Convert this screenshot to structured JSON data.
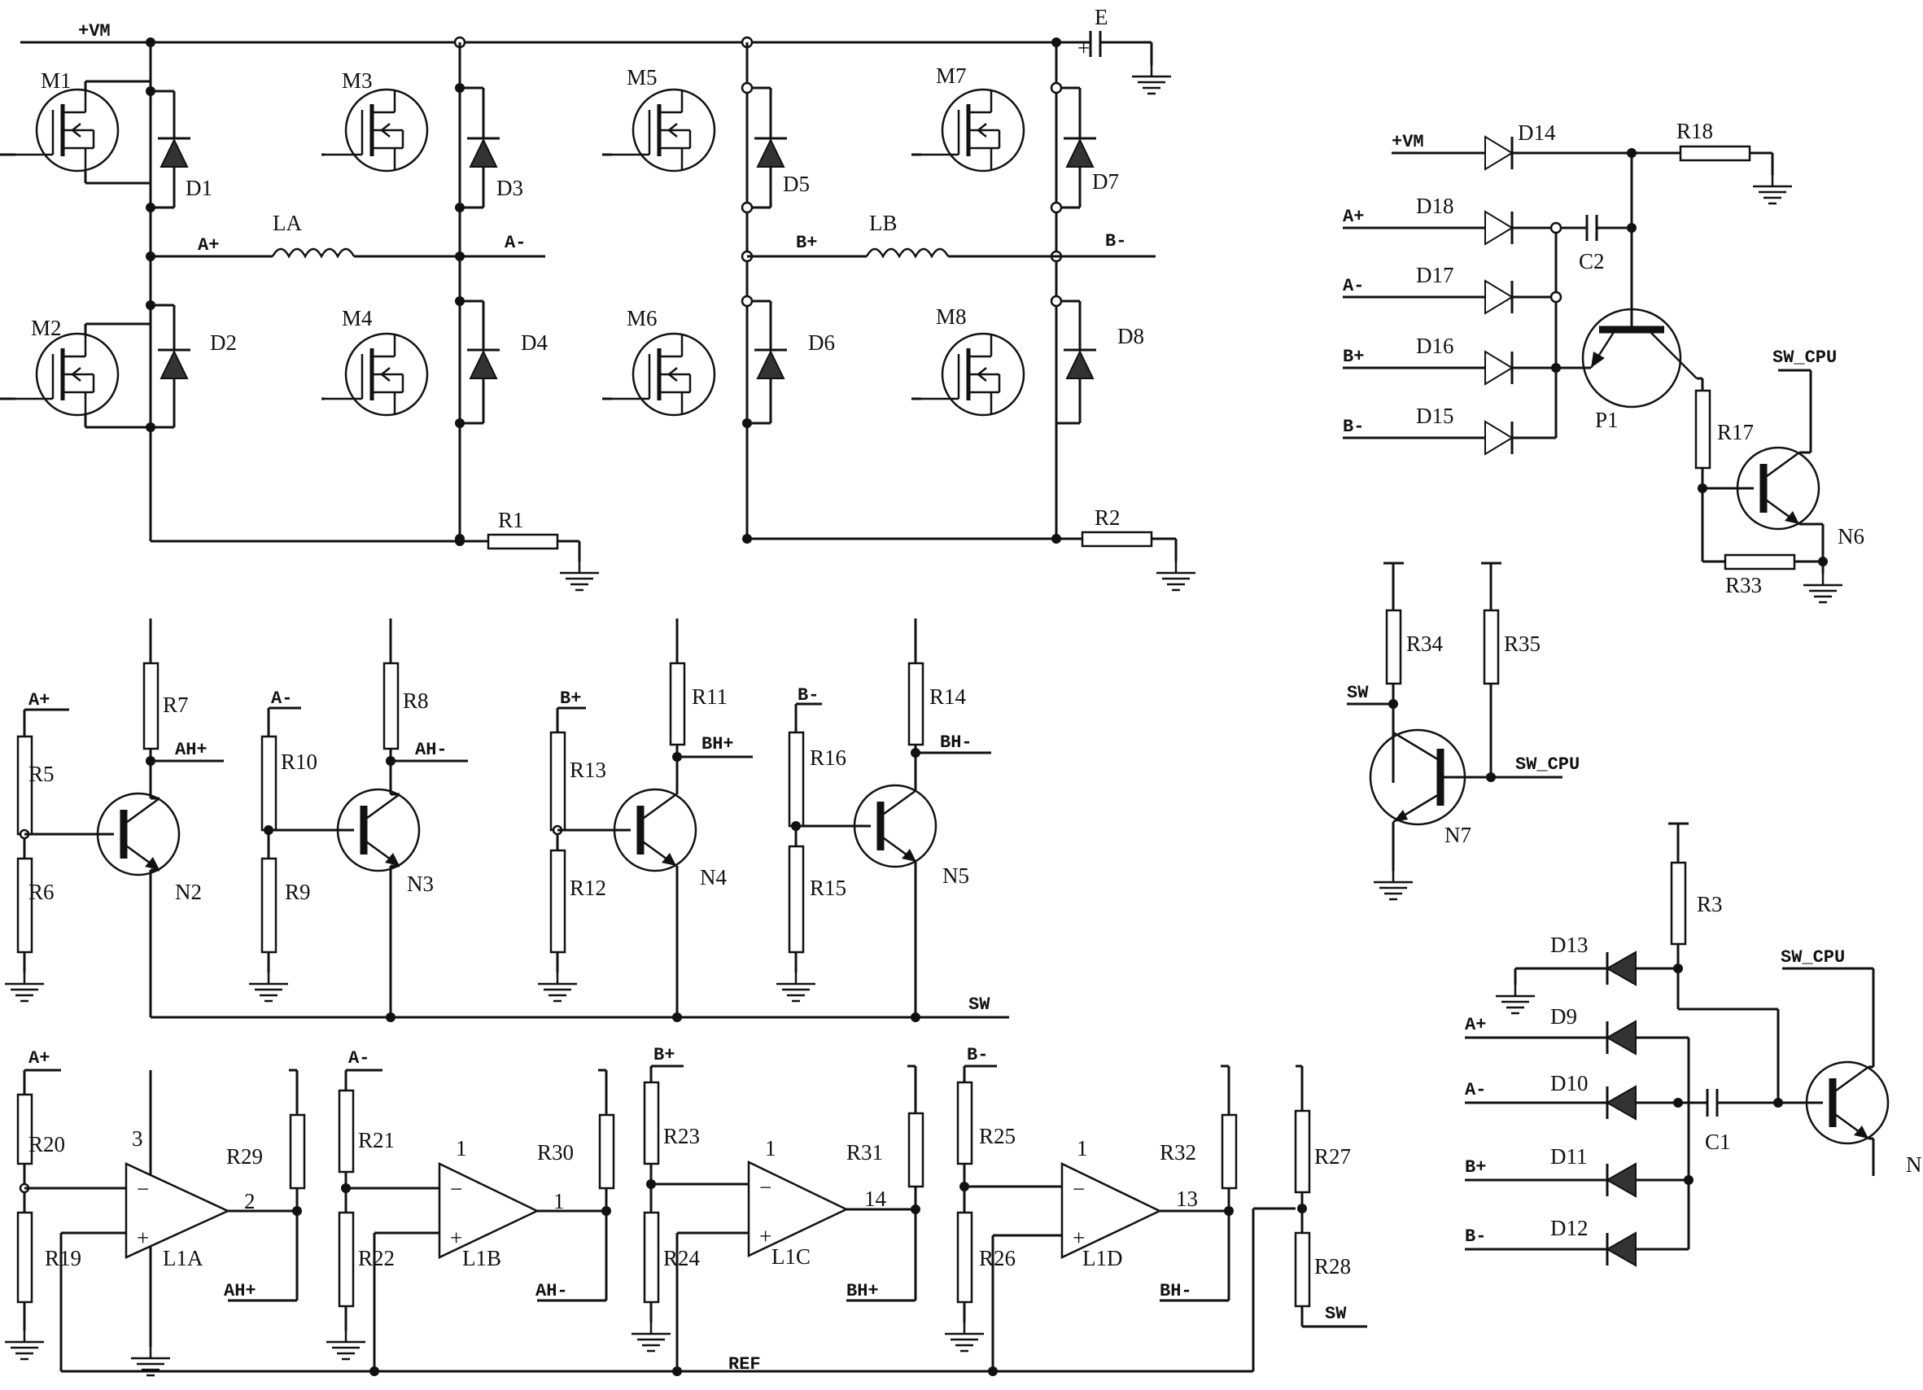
{
  "nets": {
    "vm": "+VM",
    "a_plus": "A+",
    "a_minus": "A-",
    "b_plus": "B+",
    "b_minus": "B-",
    "ah_plus": "AH+",
    "ah_minus": "AH-",
    "bh_plus": "BH+",
    "bh_minus": "BH-",
    "sw": "SW",
    "sw_cpu": "SW_CPU",
    "ref": "REF"
  },
  "mosfets": [
    "M1",
    "M2",
    "M3",
    "M4",
    "M5",
    "M6",
    "M7",
    "M8"
  ],
  "diodes": {
    "d1": "D1",
    "d2": "D2",
    "d3": "D3",
    "d4": "D4",
    "d5": "D5",
    "d6": "D6",
    "d7": "D7",
    "d8": "D8",
    "d9": "D9",
    "d10": "D10",
    "d11": "D11",
    "d12": "D12",
    "d13": "D13",
    "d14": "D14",
    "d15": "D15",
    "d16": "D16",
    "d17": "D17",
    "d18": "D18"
  },
  "inductors": {
    "la": "LA",
    "lb": "LB"
  },
  "capacitors": {
    "e": "E",
    "c1": "C1",
    "c2": "C2",
    "e_plus": "+"
  },
  "resistors": {
    "r1": "R1",
    "r2": "R2",
    "r3": "R3",
    "r5": "R5",
    "r6": "R6",
    "r7": "R7",
    "r8": "R8",
    "r9": "R9",
    "r10": "R10",
    "r11": "R11",
    "r12": "R12",
    "r13": "R13",
    "r14": "R14",
    "r15": "R15",
    "r16": "R16",
    "r17": "R17",
    "r18": "R18",
    "r19": "R19",
    "r20": "R20",
    "r21": "R21",
    "r22": "R22",
    "r23": "R23",
    "r24": "R24",
    "r25": "R25",
    "r26": "R26",
    "r27": "R27",
    "r28": "R28",
    "r29": "R29",
    "r30": "R30",
    "r31": "R31",
    "r32": "R32",
    "r33": "R33",
    "r34": "R34",
    "r35": "R35"
  },
  "transistors": {
    "n2": "N2",
    "n3": "N3",
    "n4": "N4",
    "n5": "N5",
    "n6": "N6",
    "n7": "N7",
    "n_partial": "N",
    "p1": "P1"
  },
  "opamps": {
    "l1a": "L1A",
    "l1b": "L1B",
    "l1c": "L1C",
    "l1d": "L1D",
    "pins": {
      "a_out": "2",
      "b_out": "1",
      "c_out": "14",
      "d_out": "13",
      "a_top": "3",
      "b_top": "1",
      "c_top": "1",
      "d_top": "1"
    },
    "minus": "−",
    "plus": "+"
  }
}
